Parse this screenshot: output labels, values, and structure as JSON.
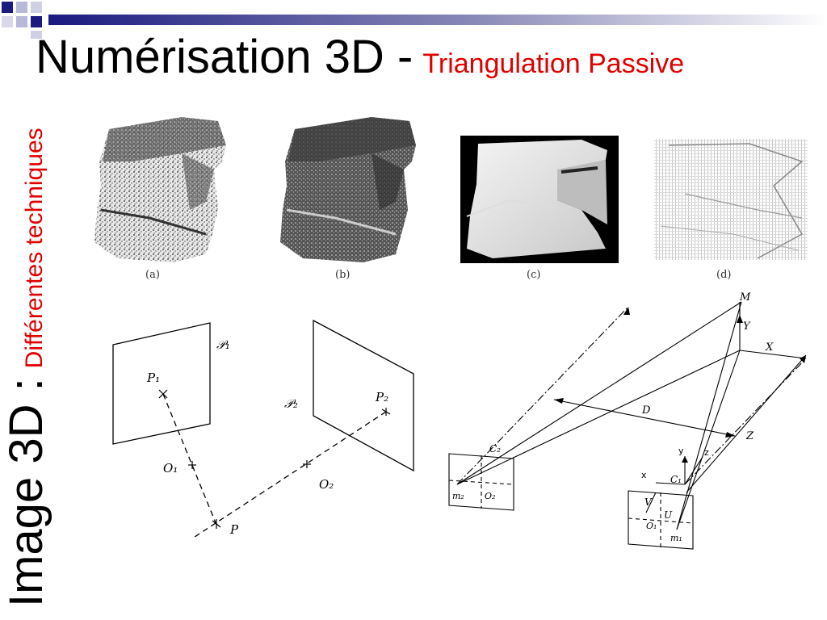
{
  "header": {
    "title_main": "Numérisation 3D -",
    "title_sub": "Triangulation Passive"
  },
  "sidebar": {
    "vertical_main": "Image 3D :",
    "vertical_sub": "Différentes techniques"
  },
  "figures": {
    "captions": [
      "(a)",
      "(b)",
      "(c)",
      "(d)"
    ]
  },
  "diagram_left": {
    "plane1": "𝒫₁",
    "plane2": "𝒫₂",
    "p1": "P₁",
    "p2": "P₂",
    "o1": "O₁",
    "o2": "O₂",
    "p": "P"
  },
  "diagram_right": {
    "m": "M",
    "y_big": "Y",
    "x_big": "X",
    "d": "D",
    "z_big": "Z",
    "c2": "C₂",
    "c1": "C₁",
    "m2": "m₂",
    "o2": "O₂",
    "o1": "O₁",
    "m1": "m₁",
    "u": "U",
    "v": "V",
    "y_small": "y",
    "z_small": "z",
    "x_small": "x"
  },
  "colors": {
    "accent_red": "#e00000",
    "accent_navy": "#1a1a80"
  }
}
